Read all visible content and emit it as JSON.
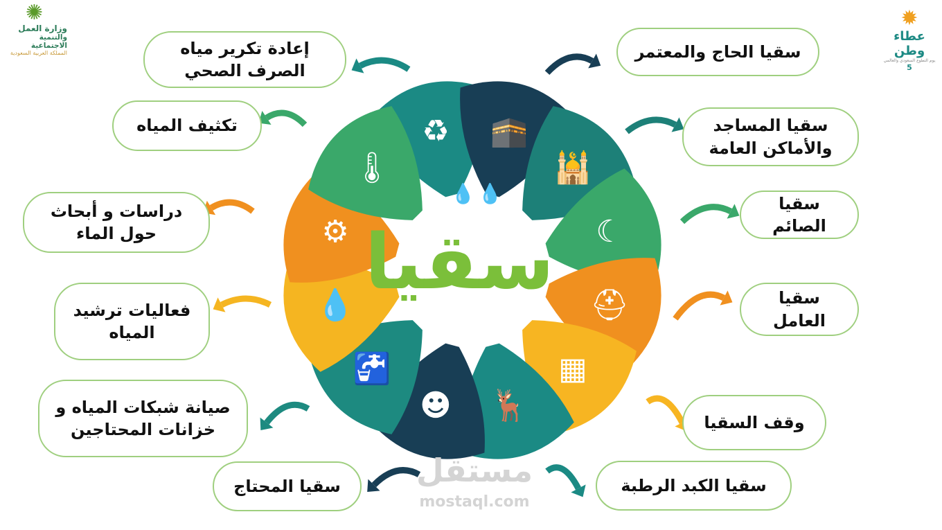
{
  "logos": {
    "ministry": {
      "line1": "وزارة العمل",
      "line2": "والتنمية الاجتماعية",
      "line3": "المملكة العربية السعودية"
    },
    "ataa_watan": {
      "title": "عطاء وطن",
      "subtitle": "يوم التطوع السعودي والعالمي",
      "number": "5"
    }
  },
  "center": {
    "title": "سقيا"
  },
  "watermark": {
    "arabic": "مستقل",
    "latin": "mostaql.com"
  },
  "items": [
    {
      "lines": [
        "إعادة تكرير مياه",
        "الصرف الصحي"
      ],
      "color": "#1b8a84",
      "icon": "recycle-water-icon"
    },
    {
      "lines": [
        "سقيا الحاج والمعتمر"
      ],
      "color": "#183e55",
      "icon": "kaaba-pilgrim-icon"
    },
    {
      "lines": [
        "سقيا المساجد",
        "والأماكن العامة"
      ],
      "color": "#1d8078",
      "icon": "mosque-icon"
    },
    {
      "lines": [
        "سقيا الصائم"
      ],
      "color": "#3aa86a",
      "icon": "iftar-lantern-icon"
    },
    {
      "lines": [
        "سقيا العامل"
      ],
      "color": "#f0901f",
      "icon": "worker-icon"
    },
    {
      "lines": [
        "وقف السقيا"
      ],
      "color": "#f7b522",
      "icon": "building-icon"
    },
    {
      "lines": [
        "سقيا الكبد الرطبة"
      ],
      "color": "#1b8a84",
      "icon": "animals-icon"
    },
    {
      "lines": [
        "سقيا المحتاج"
      ],
      "color": "#183e55",
      "icon": "needy-person-icon"
    },
    {
      "lines": [
        "صيانة شبكات المياه و",
        "خزانات المحتاجين"
      ],
      "color": "#1d8a80",
      "icon": "tap-hand-icon"
    },
    {
      "lines": [
        "فعاليات ترشيد",
        "المياه"
      ],
      "color": "#f5b521",
      "icon": "water-drops-icon"
    },
    {
      "lines": [
        "دراسات و أبحاث",
        "حول الماء"
      ],
      "color": "#f0901f",
      "icon": "research-document-icon"
    },
    {
      "lines": [
        "تكثيف المياه"
      ],
      "color": "#3aa86a",
      "icon": "thermometer-weather-icon"
    }
  ]
}
